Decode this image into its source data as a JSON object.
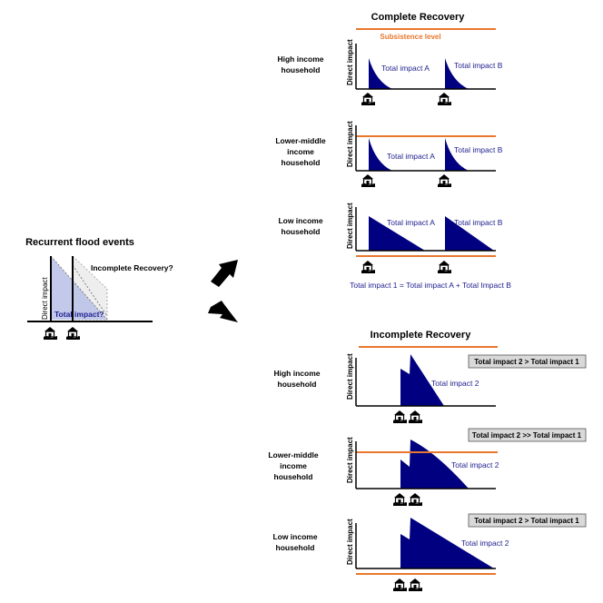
{
  "left": {
    "title": "Recurrent flood events",
    "incomplete_label": "Incomplete Recovery?",
    "axis_label": "Direct impact",
    "total_label": "Total impact?"
  },
  "complete": {
    "title": "Complete Recovery",
    "subsistence_label": "Subsistence level",
    "high_line1": "High income",
    "high_line2": "household",
    "lm_line1": "Lower-middle",
    "lm_line2": "income",
    "lm_line3": "household",
    "low_line1": "Low income",
    "low_line2": "household",
    "axis_label": "Direct impact",
    "impact_a": "Total impact A",
    "impact_b": "Total impact B",
    "equation": "Total impact 1 = Total impact A + Total Impact B"
  },
  "incomplete": {
    "title": "Incomplete Recovery",
    "high_line1": "High income",
    "high_line2": "household",
    "lm_line1": "Lower-middle",
    "lm_line2": "income",
    "lm_line3": "household",
    "low_line1": "Low income",
    "low_line2": "household",
    "axis_label": "Direct impact",
    "impact2": "Total impact 2",
    "compare_high": "Total impact 2 > Total impact 1",
    "compare_lm": "Total impact 2 >> Total impact 1",
    "compare_low": "Total impact 2 > Total impact 1"
  },
  "colors": {
    "navy": "#000080",
    "orange": "#e8772e",
    "label_blue": "#1f1f8f",
    "box_gray": "#d9d9d9"
  }
}
